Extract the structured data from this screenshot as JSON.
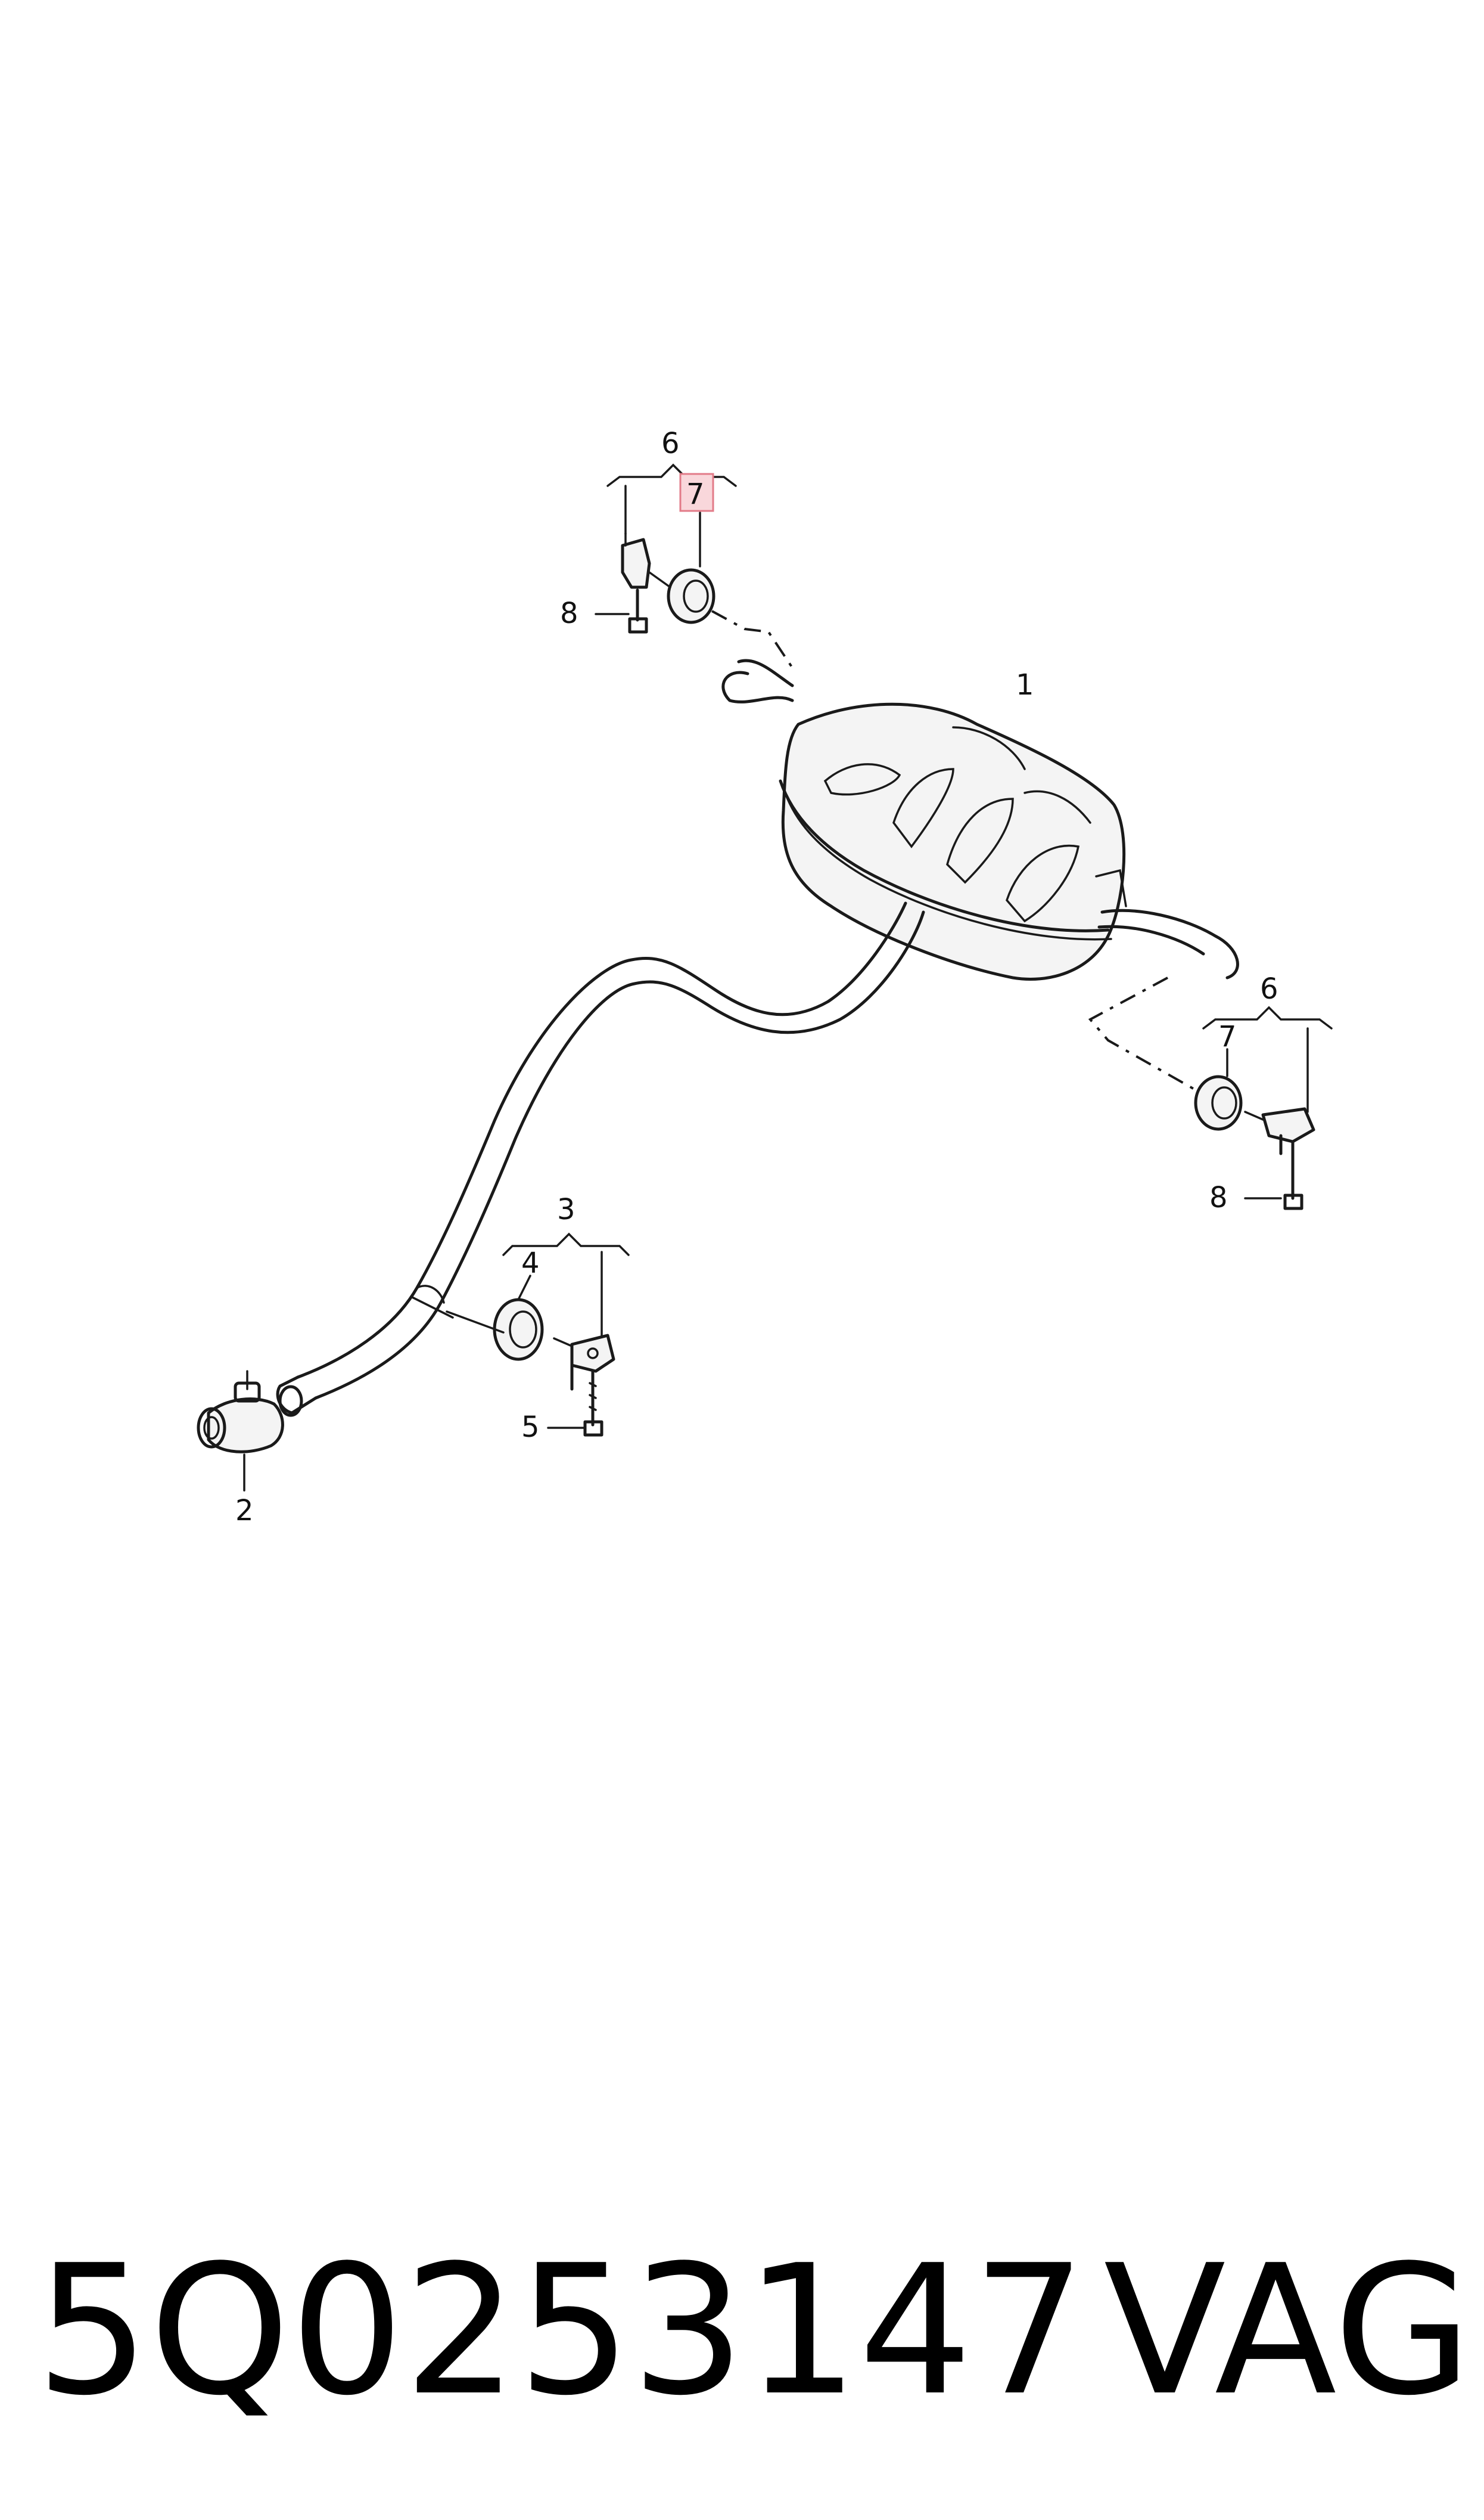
{
  "callouts": {
    "c1": "1",
    "c2": "2",
    "c3": "3",
    "c4": "4",
    "c5": "5",
    "c6_top": "6",
    "c7_top": "7",
    "c8_top": "8",
    "c6_right": "6",
    "c7_right": "7",
    "c8_right": "8"
  },
  "highlight_color": "#e8a0a8",
  "footer": {
    "part_number": "5Q0253147",
    "brand": "VAG"
  }
}
